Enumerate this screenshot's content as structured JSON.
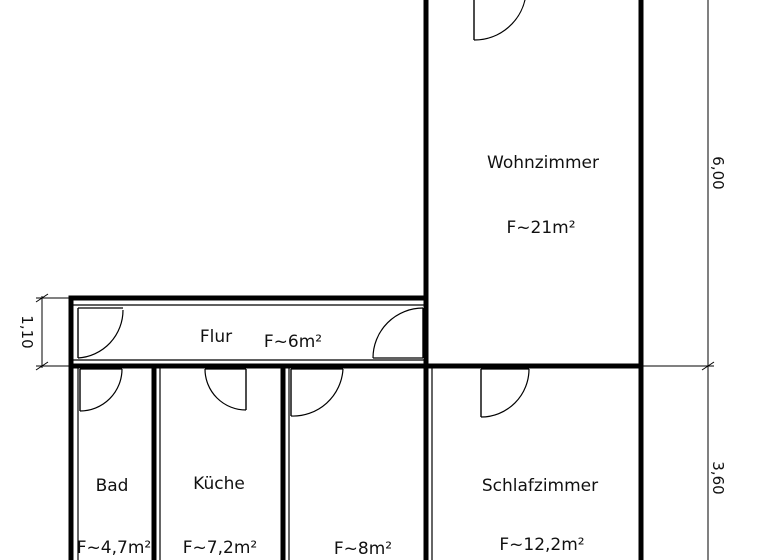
{
  "rooms": {
    "wohnzimmer": {
      "name": "Wohnzimmer",
      "area": "F~21m²"
    },
    "flur": {
      "name": "Flur",
      "area": "F~6m²"
    },
    "bad": {
      "name": "Bad",
      "area": "F~4,7m²"
    },
    "kueche": {
      "name": "Küche",
      "area": "F~7,2m²"
    },
    "raum4": {
      "area": "F~8m²"
    },
    "schlafzimmer": {
      "name": "Schlafzimmer",
      "area": "F~12,2m²"
    }
  },
  "dimensions": {
    "flur_height": "1,10",
    "wohnzimmer_height": "6,00",
    "schlafzimmer_height": "3,60"
  }
}
